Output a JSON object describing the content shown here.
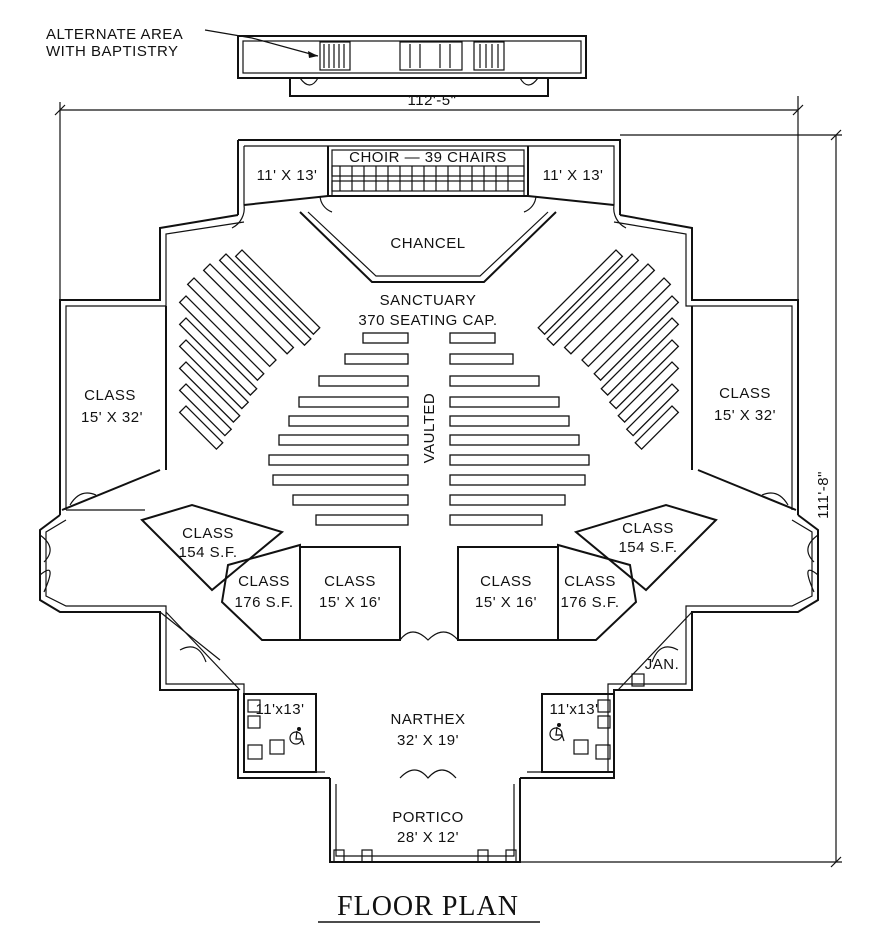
{
  "plan": {
    "title": "FLOOR PLAN",
    "callout": {
      "line1": "ALTERNATE AREA",
      "line2": "WITH BAPTISTRY"
    },
    "dimensions": {
      "width": "112'-5\"",
      "depth": "111'-8\""
    },
    "rooms": {
      "choir": "CHOIR — 39 CHAIRS",
      "choir_left_room": "11' X 13'",
      "choir_right_room": "11' X 13'",
      "chancel": "CHANCEL",
      "sanctuary": "SANCTUARY",
      "sanctuary_capacity": "370 SEATING CAP.",
      "vaulted": "VAULTED",
      "class_left_big": {
        "name": "CLASS",
        "size": "15' X 32'"
      },
      "class_right_big": {
        "name": "CLASS",
        "size": "15' X 32'"
      },
      "class_left_154": {
        "name": "CLASS",
        "size": "154 S.F."
      },
      "class_right_154": {
        "name": "CLASS",
        "size": "154 S.F."
      },
      "class_left_176": {
        "name": "CLASS",
        "size": "176 S.F."
      },
      "class_right_176": {
        "name": "CLASS",
        "size": "176 S.F."
      },
      "class_left_mid": {
        "name": "CLASS",
        "size": "15' X 16'"
      },
      "class_right_mid": {
        "name": "CLASS",
        "size": "15' X 16'"
      },
      "janitor": "JAN.",
      "restroom_left": "11'x13'",
      "restroom_right": "11'x13'",
      "narthex": {
        "name": "NARTHEX",
        "size": "32' X 19'"
      },
      "portico": {
        "name": "PORTICO",
        "size": "28' X 12'"
      }
    }
  }
}
